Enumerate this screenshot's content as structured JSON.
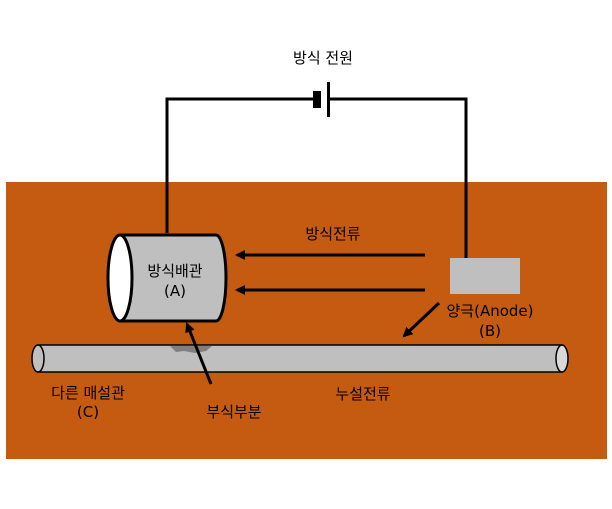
{
  "title": "방식 전원",
  "labels": {
    "pipe_name": "방식배관",
    "pipe_code": "(A)",
    "protection_current": "방식전류",
    "anode_name": "양극(Anode)",
    "anode_code": "(B)",
    "other_pipe_name": "다른 매설관",
    "other_pipe_code": "(C)",
    "corrosion_part": "부식부분",
    "leakage_current": "누설전류"
  },
  "colors": {
    "soil": "#c55a11",
    "pipe_fill": "#bfbfbf",
    "anode_fill": "#bfbfbf",
    "wire": "#000000",
    "corrosion": "#7f7f7f"
  }
}
